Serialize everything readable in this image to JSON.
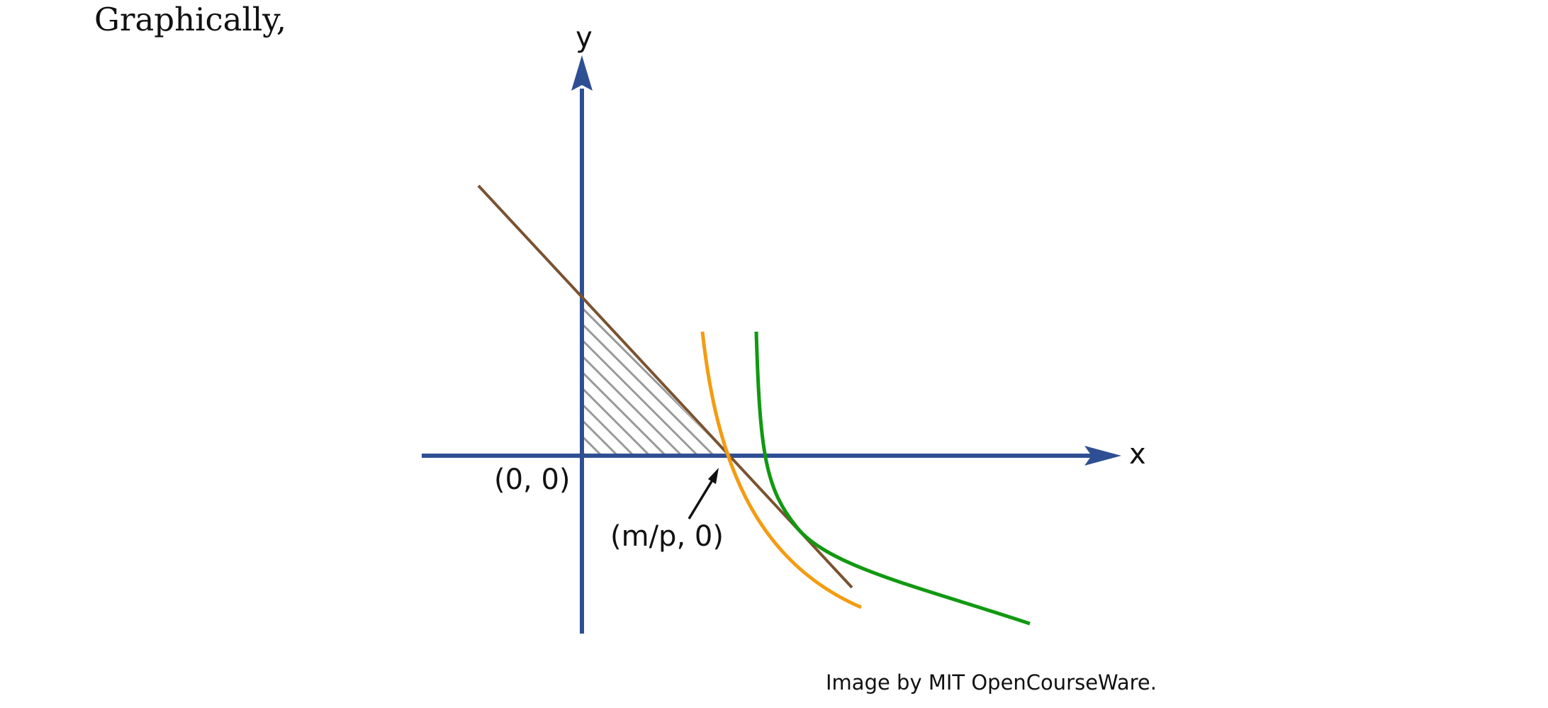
{
  "intro": {
    "text": "Graphically,"
  },
  "diagram": {
    "axes": {
      "x_label": "x",
      "y_label": "y"
    },
    "points": {
      "origin": "(0, 0)",
      "intercept": "(m/p, 0)"
    },
    "credit": "Image by MIT OpenCourseWare.",
    "colors": {
      "axes": "#2f4f94",
      "budget_line": "#7a5230",
      "curve_orange": "#f39c12",
      "curve_green": "#119911",
      "hatch": "#9a9a9a"
    }
  }
}
